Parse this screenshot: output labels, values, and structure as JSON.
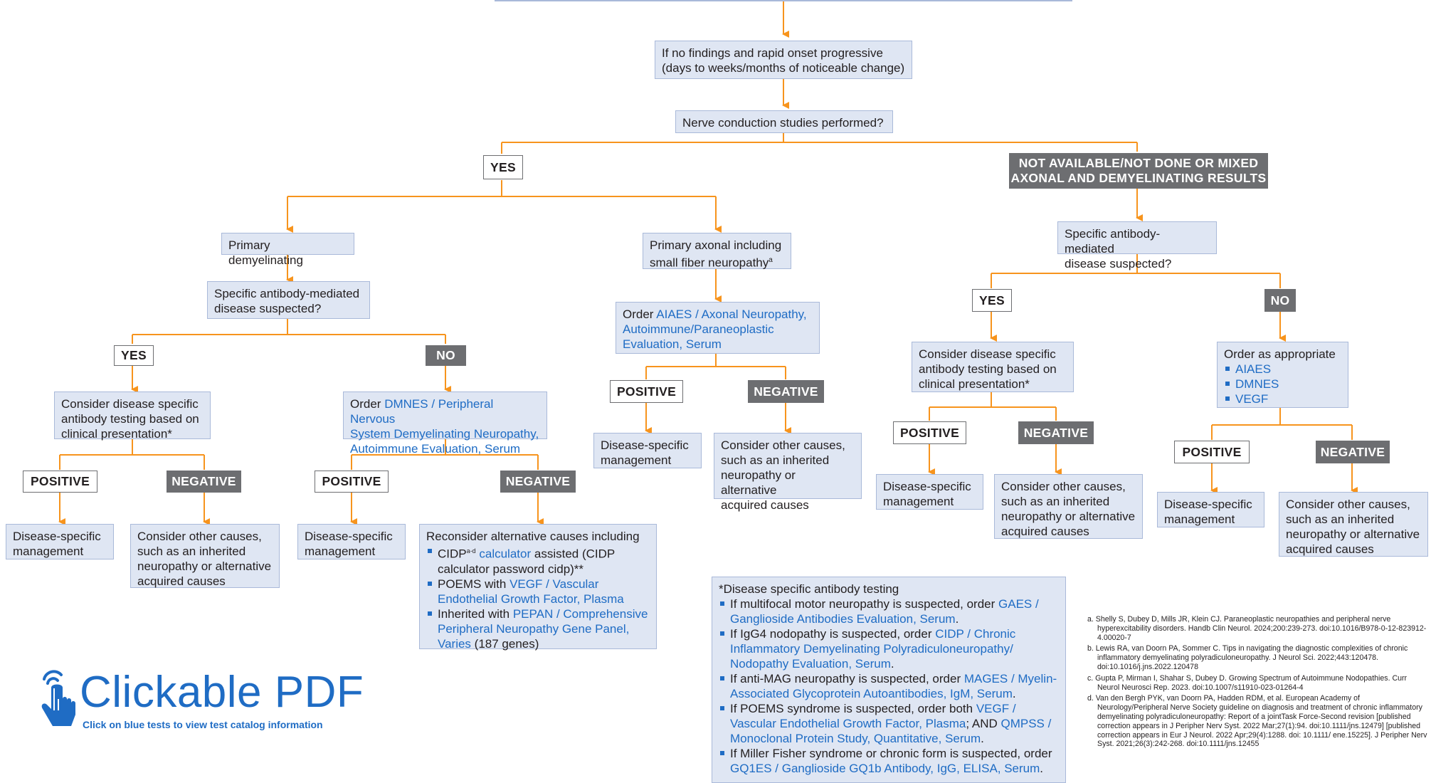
{
  "flow": {
    "onset": "If no findings and rapid onset progressive\n(days to weeks/months of noticeable change)",
    "ncs_question": "Nerve conduction studies performed?",
    "yes_label": "YES",
    "na_label": "NOT AVAILABLE/NOT DONE OR MIXED\nAXONAL AND DEMYELINATING RESULTS",
    "primary_demyelinating": "Primary demyelinating",
    "primary_axonal": "Primary axonal including\nsmall fiber neuropathy",
    "primary_axonal_sup": "a",
    "antibody_suspected": "Specific antibody-mediated\ndisease suspected?",
    "yes": "YES",
    "no": "NO",
    "positive": "POSITIVE",
    "negative": "NEGATIVE",
    "consider_specific": "Consider disease specific\nantibody testing based on\nclinical presentation*",
    "order": "Order",
    "order_as_appropriate": "Order as appropriate",
    "dmnes_link": "DMNES / Peripheral Nervous\nSystem Demyelinating Neuropathy,\nAutoimmune Evaluation, Serum",
    "aiaes_link": "AIAES / Axonal Neuropathy,\nAutoimmune/Paraneoplastic\nEvaluation, Serum",
    "list_aiaes": "AIAES",
    "list_dmnes": "DMNES",
    "list_vegf": "VEGF",
    "disease_mgmt": "Disease-specific\nmanagement",
    "other_causes": "Consider other causes,\nsuch as an inherited\nneuropathy or alternative\nacquired causes",
    "reconsider": {
      "intro": "Reconsider alternative causes including",
      "cidp_prefix": "CIDP",
      "cidp_sup": "a-d",
      "cidp_link": "calculator",
      "cidp_rest": " assisted (CIDP calculator password cidp)**",
      "poems_prefix": "POEMS with ",
      "poems_link": "VEGF / Vascular Endothelial Growth Factor, Plasma",
      "inherited_prefix": "Inherited with ",
      "inherited_link": "PEPAN / Comprehensive Peripheral Neuropathy Gene Panel, Varies",
      "inherited_rest": " (187 genes)"
    }
  },
  "footnote": {
    "title": "*Disease specific antibody testing",
    "items": [
      {
        "pre": "If multifocal motor neuropathy is suspected, order ",
        "link": "GAES / Ganglioside Antibodies Evaluation, Serum",
        "post": "."
      },
      {
        "pre": "If IgG4 nodopathy is suspected, order ",
        "link": "CIDP / Chronic Inflammatory Demyelinating Polyradiculoneuropathy/ Nodopathy Evaluation, Serum",
        "post": "."
      },
      {
        "pre": "If anti-MAG neuropathy is suspected, order ",
        "link": "MAGES / Myelin-Associated Glycoprotein Autoantibodies, IgM, Serum",
        "post": "."
      },
      {
        "pre": "If POEMS syndrome is suspected, order both ",
        "link": "VEGF / Vascular Endothelial Growth Factor, Plasma",
        "post": "; AND ",
        "link2": "QMPSS / Monoclonal Protein Study, Quantitative, Serum",
        "post2": "."
      },
      {
        "pre": "If Miller Fisher syndrome or chronic form is suspected, order ",
        "link": "GQ1ES / Ganglioside GQ1b Antibody, IgG, ELISA, Serum",
        "post": "."
      }
    ]
  },
  "references": [
    "a. Shelly S, Dubey D, Mills JR, Klein CJ. Paraneoplastic neuropathies and peripheral nerve hyperexcitability disorders. Handb Clin Neurol. 2024;200:239-273. doi:10.1016/B978-0-12-823912-4.00020-7",
    "b. Lewis RA, van Doorn PA, Sommer C. Tips in navigating the diagnostic complexities of chronic inflammatory demyelinating polyradiculoneuropathy. J Neurol Sci. 2022;443:120478. doi:10.1016/j.jns.2022.120478",
    "c. Gupta P, Mirman I, Shahar S, Dubey D. Growing Spectrum of Autoimmune Nodopathies. Curr Neurol Neurosci Rep. 2023. doi:10.1007/s11910-023-01264-4",
    "d. Van den Bergh PYK, van Doorn PA, Hadden RDM, et al. European Academy of Neurology/Peripheral Nerve Society guideline on diagnosis and treatment of chronic inflammatory demyelinating polyradiculoneuropathy: Report of a jointTask Force-Second revision [published correction appears in J Peripher Nerv Syst. 2022 Mar;27(1):94. doi:10.1111/jns.12479] [published correction appears in Eur J Neurol. 2022 Apr;29(4):1288. doi: 10.1111/ ene.15225]. J Peripher Nerv Syst. 2021;26(3):242-268. doi:10.1111/jns.12455"
  ],
  "logo": {
    "title": "Clickable PDF",
    "subtitle": "Click on blue tests to view test catalog information"
  },
  "colors": {
    "connector": "#f7941d",
    "box_fill": "#dfe6f3",
    "link": "#1f6cc4",
    "dark_label": "#6d6e71"
  }
}
